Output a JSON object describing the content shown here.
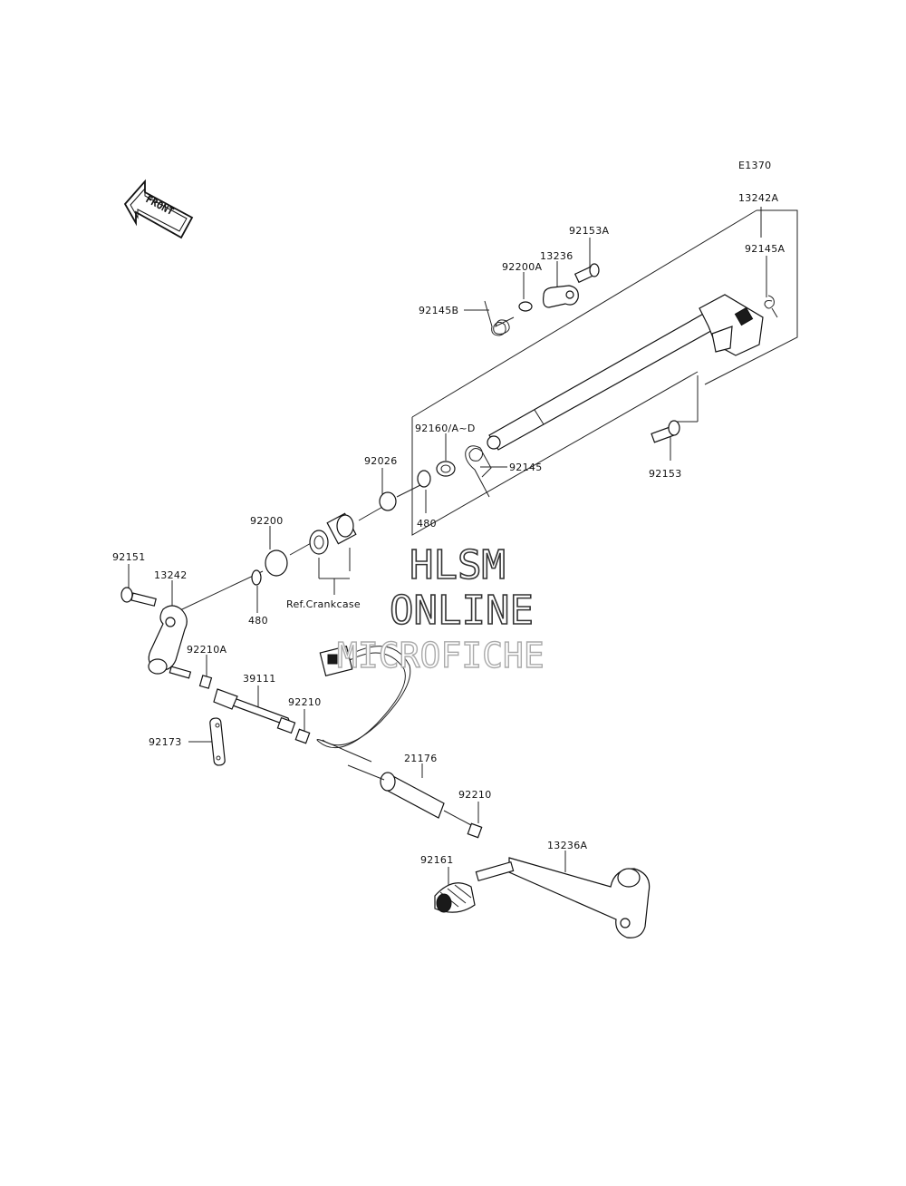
{
  "diagram_code": "E1370",
  "front_label": "FRONT",
  "ref_crankcase": "Ref.Crankcase",
  "watermark": {
    "line1": "HLSM",
    "line2": "ONLINE",
    "line3": "MICROFICHE"
  },
  "parts": [
    "13242A",
    "92145A",
    "92153A",
    "13236",
    "92200A",
    "92145B",
    "92160/A~D",
    "92145",
    "92153",
    "92026",
    "480",
    "92200",
    "92151",
    "13242",
    "92210A",
    "39111",
    "92210",
    "92173",
    "21176",
    "92210",
    "13236A",
    "92161",
    "480"
  ]
}
